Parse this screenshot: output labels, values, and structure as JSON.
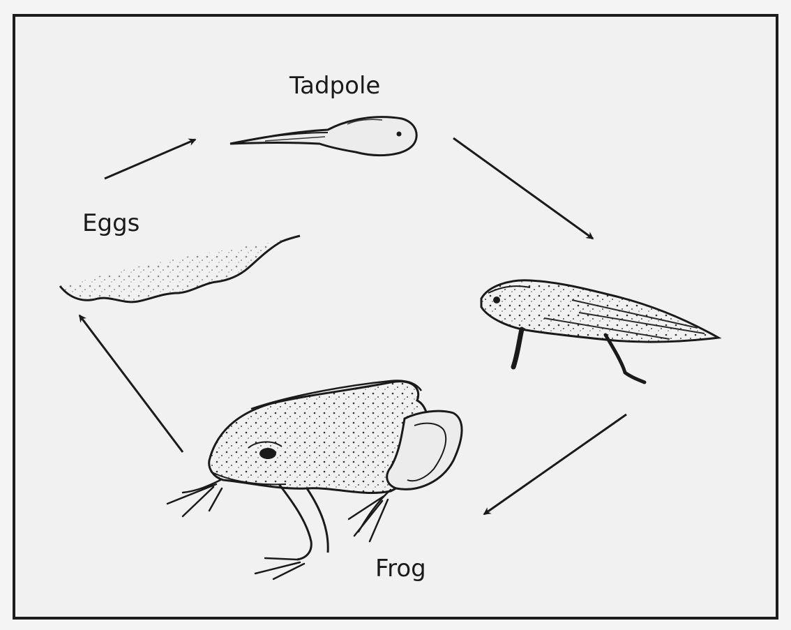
{
  "diagram": {
    "stages": [
      {
        "id": "tadpole",
        "label": "Tadpole"
      },
      {
        "id": "froglet",
        "label": ""
      },
      {
        "id": "frog",
        "label": "Frog"
      },
      {
        "id": "eggs",
        "label": "Eggs"
      }
    ],
    "cycle": [
      "eggs",
      "tadpole",
      "froglet",
      "frog",
      "eggs"
    ],
    "colors": {
      "ink": "#1a1a1a",
      "paper": "#f1f1f1"
    },
    "icons": [
      "egg-mass-icon",
      "tadpole-icon",
      "froglet-icon",
      "adult-frog-icon",
      "cycle-arrow-icon"
    ]
  }
}
